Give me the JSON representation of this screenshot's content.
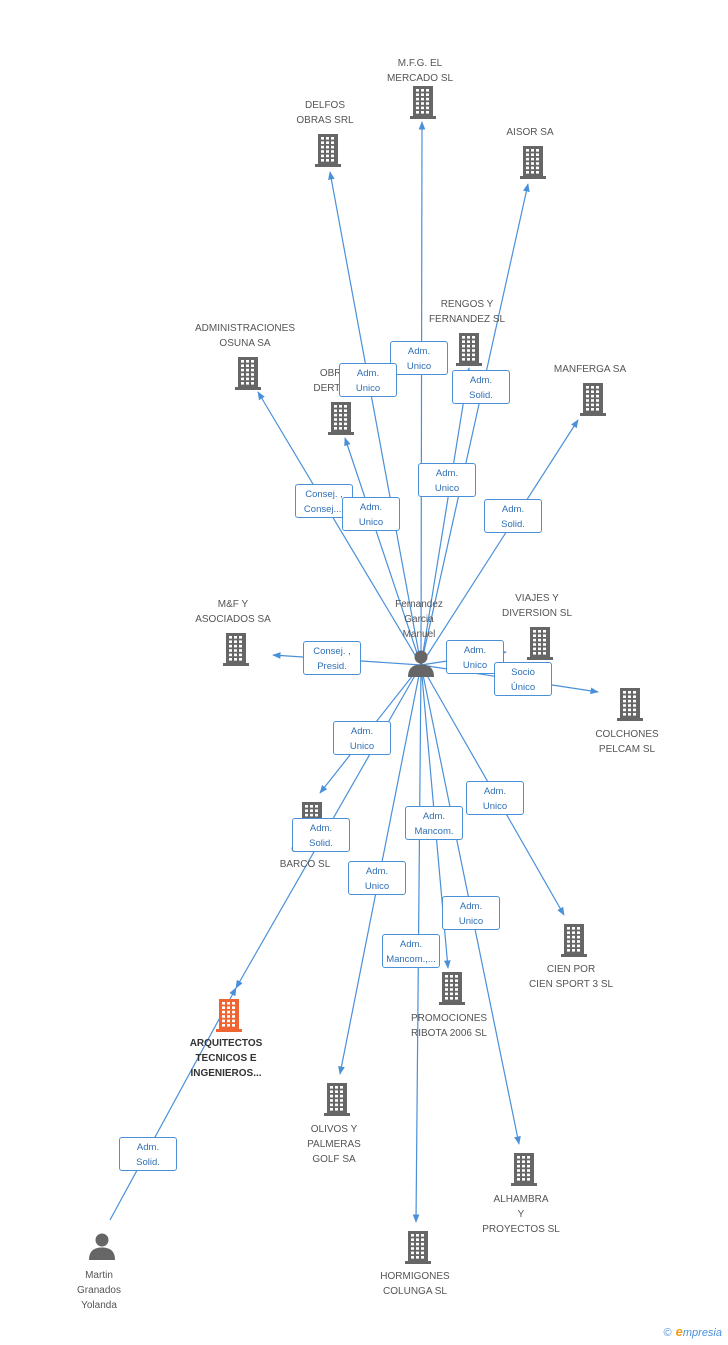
{
  "colors": {
    "edge": "#4a90d9",
    "company": "#666666",
    "highlight": "#f06431",
    "person": "#666666"
  },
  "nodes": [
    {
      "id": "mfg",
      "kind": "company",
      "label": "M.F.G. EL\nMERCADO SL"
    },
    {
      "id": "delfos",
      "kind": "company",
      "label": "DELFOS\nOBRAS SRL"
    },
    {
      "id": "aisor",
      "kind": "company",
      "label": "AISOR SA"
    },
    {
      "id": "rengos",
      "kind": "company",
      "label": "RENGOS Y\nFERNANDEZ SL"
    },
    {
      "id": "admosuna",
      "kind": "company",
      "label": "ADMINISTRACIONES\nOSUNA SA"
    },
    {
      "id": "obras",
      "kind": "company",
      "label": "OBRA\nDERTOS"
    },
    {
      "id": "manferga",
      "kind": "company",
      "label": "MANFERGA SA"
    },
    {
      "id": "mfasoc",
      "kind": "company",
      "label": "M&F Y\nASOCIADOS SA"
    },
    {
      "id": "viajes",
      "kind": "company",
      "label": "VIAJES Y\nDIVERSION SL"
    },
    {
      "id": "colchones",
      "kind": "company",
      "label": "COLCHONES\nPELCAM SL"
    },
    {
      "id": "canal",
      "kind": "company",
      "label": "CANA\nBARCO SL"
    },
    {
      "id": "cien",
      "kind": "company",
      "label": "CIEN POR\nCIEN SPORT 3 SL"
    },
    {
      "id": "promo",
      "kind": "company",
      "label": "PROMOCIONES\nRIBOTA 2006 SL"
    },
    {
      "id": "arq",
      "kind": "highlight",
      "label": "ARQUITECTOS\nTECNICOS E\nINGENIEROS..."
    },
    {
      "id": "olivos",
      "kind": "company",
      "label": "OLIVOS Y\nPALMERAS\nGOLF SA"
    },
    {
      "id": "alhambra",
      "kind": "company",
      "label": "ALHAMBRA\nY\nPROYECTOS SL"
    },
    {
      "id": "horm",
      "kind": "company",
      "label": "HORMIGONES\nCOLUNGA  SL"
    },
    {
      "id": "fernandez",
      "kind": "person",
      "label": "Fernandez\nGarcia\nManuel"
    },
    {
      "id": "martin",
      "kind": "person",
      "label": "Martin\nGranados\nYolanda"
    }
  ],
  "edges": [
    {
      "from": "fernandez",
      "to": "mfg",
      "label": "Adm.\nUnico"
    },
    {
      "from": "fernandez",
      "to": "delfos",
      "label": "Adm.\nUnico"
    },
    {
      "from": "fernandez",
      "to": "aisor",
      "label": "Adm.\nSolid."
    },
    {
      "from": "fernandez",
      "to": "rengos",
      "label": "Adm.\nUnico"
    },
    {
      "from": "fernandez",
      "to": "admosuna",
      "label": "Consej. ,\nConsej...."
    },
    {
      "from": "fernandez",
      "to": "obras",
      "label": "Adm.\nUnico"
    },
    {
      "from": "fernandez",
      "to": "manferga",
      "label": "Adm.\nSolid."
    },
    {
      "from": "fernandez",
      "to": "mfasoc",
      "label": "Consej. ,\nPresid."
    },
    {
      "from": "fernandez",
      "to": "viajes",
      "label": "Adm.\nUnico"
    },
    {
      "from": "fernandez",
      "to": "colchones",
      "label": "Socio\nÚnico"
    },
    {
      "from": "fernandez",
      "to": "canal",
      "label": "Adm.\nUnico"
    },
    {
      "from": "fernandez",
      "to": "arq",
      "label": "Adm.\nSolid."
    },
    {
      "from": "fernandez",
      "to": "cien",
      "label": "Adm.\nUnico"
    },
    {
      "from": "fernandez",
      "to": "olivos",
      "label": "Adm.\nUnico"
    },
    {
      "from": "fernandez",
      "to": "promo",
      "label": "Adm.\nMancom."
    },
    {
      "from": "fernandez",
      "to": "horm",
      "label": "Adm.\nMancom.,..."
    },
    {
      "from": "fernandez",
      "to": "alhambra",
      "label": "Adm.\nUnico"
    },
    {
      "from": "martin",
      "to": "arq",
      "label": "Adm.\nSolid."
    }
  ],
  "footer": {
    "copyright": "©",
    "brand_initial": "e",
    "brand_rest": "mpresia"
  }
}
